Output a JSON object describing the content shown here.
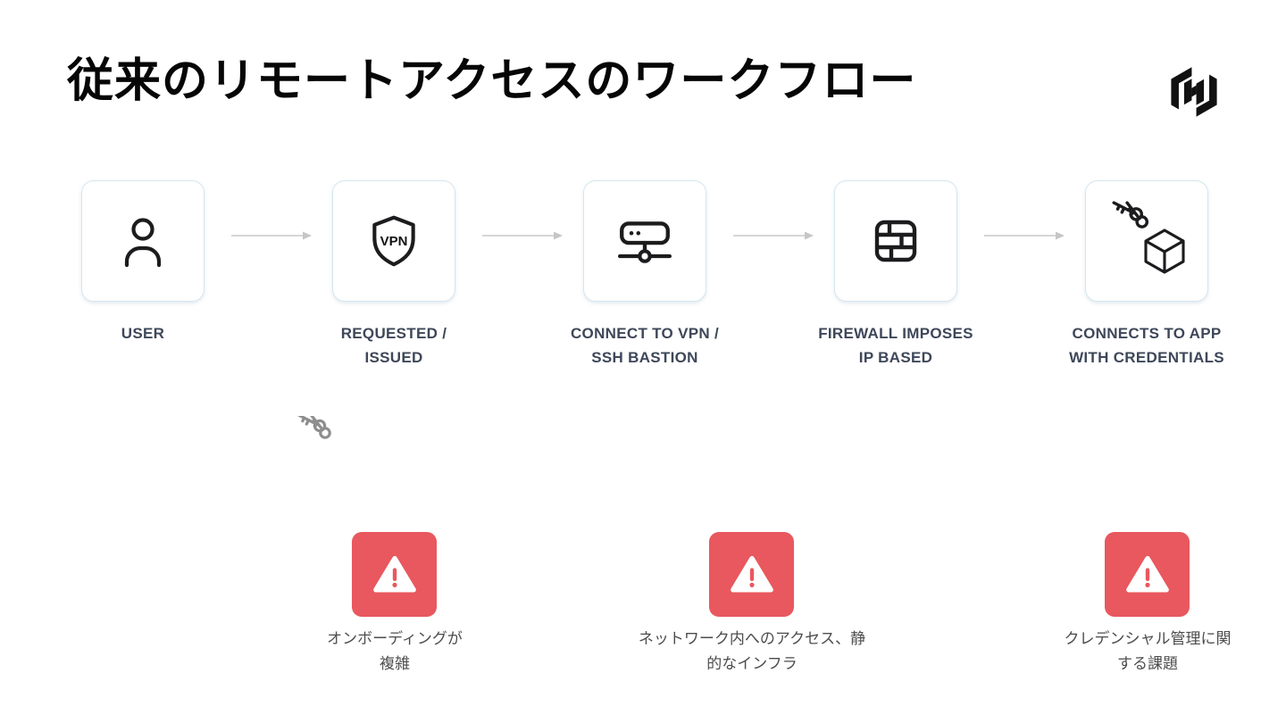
{
  "title": "従来のリモートアクセスのワークフロー",
  "logo": {
    "icon": "hashicorp-logo"
  },
  "colors": {
    "accent_red": "#E8585E",
    "card_border": "#D5E6EF",
    "label_text": "#3E4759",
    "caption_text": "#4D4D4D",
    "arrow_gray": "#C9C9C9",
    "icon_dark": "#1C1C1E",
    "icon_gray": "#8E8E8E"
  },
  "steps": [
    {
      "icon": "user-icon",
      "line1": "USER",
      "line2": ""
    },
    {
      "icon": "vpn-shield-icon",
      "line1": "REQUESTED /",
      "line2": "ISSUED",
      "badge": "VPN"
    },
    {
      "icon": "server-network-icon",
      "line1": "CONNECT TO VPN /",
      "line2": "SSH BASTION"
    },
    {
      "icon": "firewall-icon",
      "line1": "FIREWALL IMPOSES",
      "line2": "IP BASED"
    },
    {
      "icon": "keys-and-app-icon",
      "line1": "CONNECTS TO APP",
      "line2": "WITH CREDENTIALS"
    }
  ],
  "warnings": [
    {
      "icon": "warning-triangle-icon",
      "line1": "オンボーディングが",
      "line2": "複雑"
    },
    {
      "icon": "warning-triangle-icon",
      "line1": "ネットワーク内へのアクセス、静",
      "line2": "的なインフラ"
    },
    {
      "icon": "warning-triangle-icon",
      "line1": "クレデンシャル管理に関",
      "line2": "する課題"
    }
  ]
}
